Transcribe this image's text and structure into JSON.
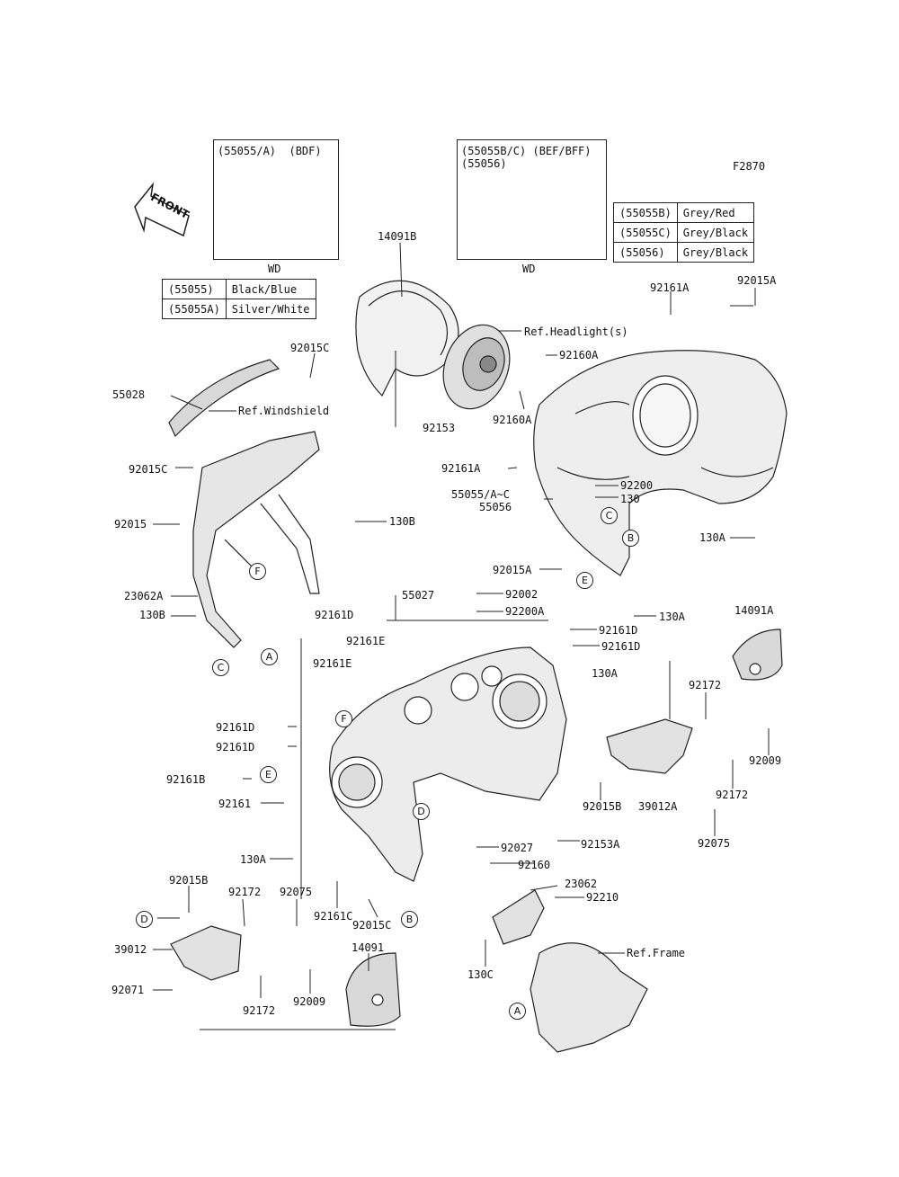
{
  "diagram_code": "F2870",
  "front_label": "FRONT",
  "inset_left": {
    "title": "(55055/A)  (BDF)",
    "caption": "WD"
  },
  "inset_right": {
    "title": "(55055B/C) (BEF/BFF)\n(55056)",
    "caption": "WD"
  },
  "color_table_left": [
    {
      "part": "(55055)",
      "color": "Black/Blue"
    },
    {
      "part": "(55055A)",
      "color": "Silver/White"
    }
  ],
  "color_table_right": [
    {
      "part": "(55055B)",
      "color": "Grey/Red"
    },
    {
      "part": "(55055C)",
      "color": "Grey/Black"
    },
    {
      "part": "(55056)",
      "color": "Grey/Black"
    }
  ],
  "labels": {
    "p14091B": "14091B",
    "ref_headlight": "Ref.Headlight(s)",
    "p92160A_1": "92160A",
    "p92160A_2": "92160A",
    "p92153": "92153",
    "p92161A_top": "92161A",
    "p92015A": "92015A",
    "p92015C_top": "92015C",
    "p55028": "55028",
    "ref_windshield": "Ref.Windshield",
    "p92015C_mid": "92015C",
    "p92015": "92015",
    "p130B_right": "130B",
    "p23062A": "23062A",
    "p130B_left": "130B",
    "p92161A_mid": "92161A",
    "p92200": "92200",
    "p130_a": "130",
    "p55055AC": "55055/A~C",
    "p55056": "55056",
    "p130A_top": "130A",
    "p92015A_low": "92015A",
    "p130A_mid": "130A",
    "p55027": "55027",
    "p92002": "92002",
    "p92200A": "92200A",
    "p92161D_r1": "92161D",
    "p92161D_r2": "92161D",
    "p92161D_top": "92161D",
    "p92161E_1": "92161E",
    "p92161E_2": "92161E",
    "p92161D_l1": "92161D",
    "p92161D_l2": "92161D",
    "p92161B": "92161B",
    "p92161": "92161",
    "p130A_left": "130A",
    "p130A_right": "130A",
    "p14091A": "14091A",
    "p92172_r1": "92172",
    "p92009_r": "92009",
    "p92015B_r": "92015B",
    "p39012A": "39012A",
    "p92172_r2": "92172",
    "p92075_r": "92075",
    "p92153A": "92153A",
    "p92027": "92027",
    "p92160": "92160",
    "p23062": "23062",
    "p92210": "92210",
    "ref_frame": "Ref.Frame",
    "p130C": "130C",
    "p92015B_l": "92015B",
    "p92172_l1": "92172",
    "p92075_l": "92075",
    "p39012": "39012",
    "p92161C": "92161C",
    "p92015C_low": "92015C",
    "p14091": "14091",
    "p92071": "92071",
    "p92172_l2": "92172",
    "p92009_l": "92009"
  },
  "refs": {
    "A": "A",
    "B": "B",
    "C": "C",
    "D": "D",
    "E": "E",
    "F": "F"
  }
}
